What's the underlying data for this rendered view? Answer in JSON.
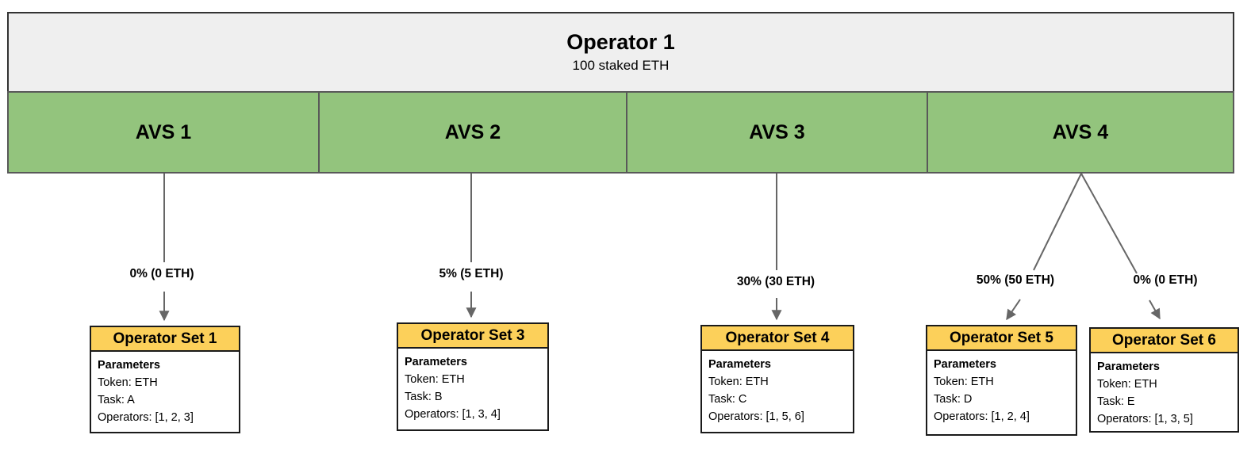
{
  "operator": {
    "title": "Operator 1",
    "subtitle": "100 staked ETH"
  },
  "avs_sections": [
    {
      "label": "AVS 1"
    },
    {
      "label": "AVS 2"
    },
    {
      "label": "AVS 3"
    },
    {
      "label": "AVS 4"
    }
  ],
  "allocations": [
    {
      "from": "AVS 1",
      "to": "Operator Set 1",
      "label": "0% (0 ETH)"
    },
    {
      "from": "AVS 2",
      "to": "Operator Set 3",
      "label": "5% (5 ETH)"
    },
    {
      "from": "AVS 3",
      "to": "Operator Set 4",
      "label": "30% (30 ETH)"
    },
    {
      "from": "AVS 4",
      "to": "Operator Set 5",
      "label": "50% (50 ETH)"
    },
    {
      "from": "AVS 4",
      "to": "Operator Set 6",
      "label": "0% (0 ETH)"
    }
  ],
  "operator_sets": [
    {
      "title": "Operator Set 1",
      "params_label": "Parameters",
      "token": "Token: ETH",
      "task": "Task: A",
      "operators": "Operators: [1, 2, 3]"
    },
    {
      "title": "Operator Set 3",
      "params_label": "Parameters",
      "token": "Token: ETH",
      "task": "Task: B",
      "operators": "Operators: [1, 3, 4]"
    },
    {
      "title": "Operator Set 4",
      "params_label": "Parameters",
      "token": "Token: ETH",
      "task": "Task: C",
      "operators": "Operators: [1, 5, 6]"
    },
    {
      "title": "Operator Set 5",
      "params_label": "Parameters",
      "token": "Token: ETH",
      "task": "Task: D",
      "operators": "Operators: [1, 2, 4]"
    },
    {
      "title": "Operator Set 6",
      "params_label": "Parameters",
      "token": "Token: ETH",
      "task": "Task: E",
      "operators": "Operators: [1, 3, 5]"
    }
  ],
  "colors": {
    "operator_fill": "#efefef",
    "operator_border": "#333333",
    "avs_fill": "#93c47d",
    "avs_border": "#595959",
    "card_header_fill": "#fcd05a",
    "card_border": "#1a1a1a",
    "arrow": "#666666"
  }
}
